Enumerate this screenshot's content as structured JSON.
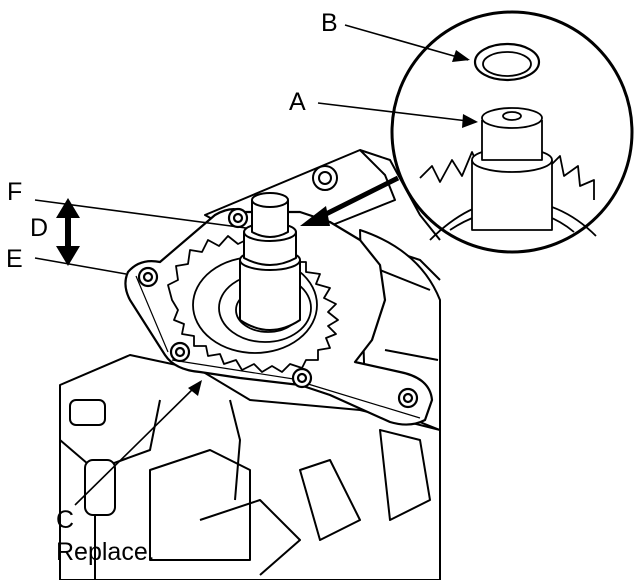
{
  "labels": {
    "A": "A",
    "B": "B",
    "C": "C",
    "D": "D",
    "E": "E",
    "F": "F"
  },
  "note_c": "Replace.",
  "colors": {
    "ink": "#000000",
    "paper": "#ffffff"
  }
}
